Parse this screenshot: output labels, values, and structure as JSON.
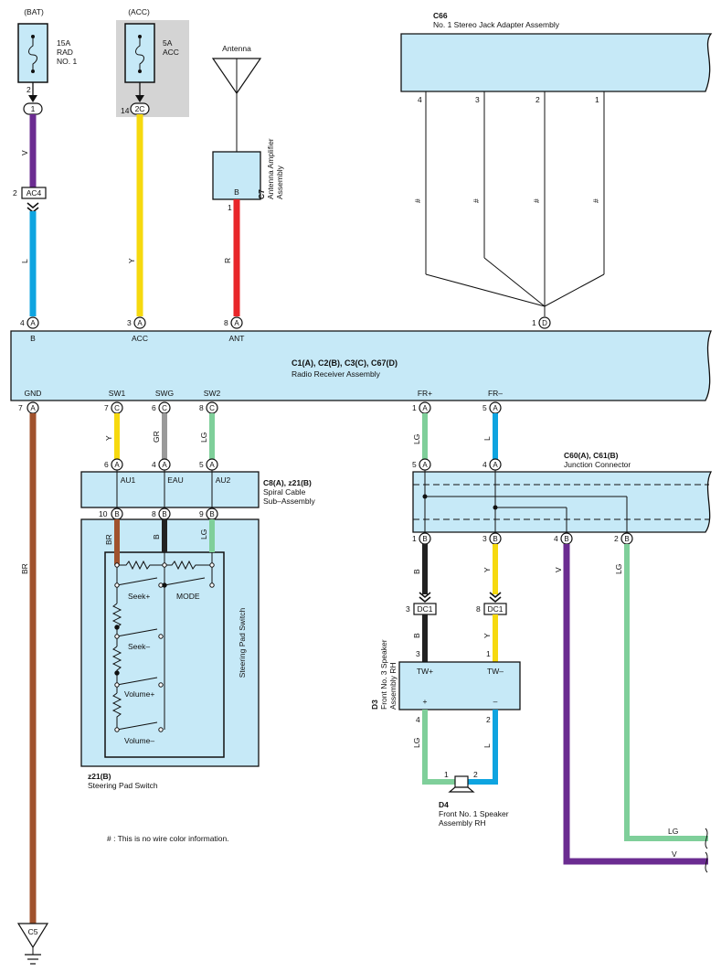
{
  "wire_colors": {
    "V": "#6b2c91",
    "L": "#0ea4e0",
    "Y": "#f6d90f",
    "R": "#e8262a",
    "BR": "#a0522d",
    "B": "#222222",
    "GR": "#9a9a9a",
    "LG": "#7fcf9a"
  },
  "fuses": {
    "bat_label": "(BAT)",
    "bat_fuse": [
      "15A",
      "RAD",
      "NO. 1"
    ],
    "bat_pin": "2",
    "bat_conn": "1",
    "acc_label": "(ACC)",
    "acc_fuse": [
      "5A",
      "ACC"
    ],
    "acc_pin": "14",
    "acc_conn": "2C"
  },
  "antenna": {
    "label": "Antenna",
    "amp_code": "C7",
    "amp_name": [
      "Antenna Amplifier",
      "Assembly"
    ],
    "amp_pin_letter": "B",
    "amp_pin": "1"
  },
  "wire_labels": {
    "v": "V",
    "l": "L",
    "y": "Y",
    "r": "R",
    "br": "BR",
    "b": "B",
    "gr": "GR",
    "lg": "LG"
  },
  "ac4": {
    "pin": "2",
    "label": "AC4"
  },
  "stereo_jack": {
    "code": "C66",
    "name": "No. 1 Stereo Jack Adapter Assembly",
    "pins": [
      "4",
      "3",
      "2",
      "1"
    ],
    "no_color": "#"
  },
  "radio": {
    "code": "C1(A), C2(B), C3(C), C67(D)",
    "name": "Radio Receiver Assembly",
    "top_pins": [
      {
        "num": "4",
        "letter": "A",
        "term": "B"
      },
      {
        "num": "3",
        "letter": "A",
        "term": "ACC"
      },
      {
        "num": "8",
        "letter": "A",
        "term": "ANT"
      },
      {
        "num": "1",
        "letter": "D",
        "term": ""
      }
    ],
    "bottom_pins": [
      {
        "num": "7",
        "letter": "A",
        "term": "GND"
      },
      {
        "num": "7",
        "letter": "C",
        "term": "SW1"
      },
      {
        "num": "6",
        "letter": "C",
        "term": "SWG"
      },
      {
        "num": "8",
        "letter": "C",
        "term": "SW2"
      },
      {
        "num": "1",
        "letter": "A",
        "term": "FR+"
      },
      {
        "num": "5",
        "letter": "A",
        "term": "FR–"
      }
    ]
  },
  "spiral": {
    "code": "C8(A), z21(B)",
    "name": [
      "Spiral Cable",
      "Sub–Assembly"
    ],
    "top_pins": [
      {
        "num": "6",
        "letter": "A"
      },
      {
        "num": "4",
        "letter": "A"
      },
      {
        "num": "5",
        "letter": "A"
      }
    ],
    "terms": [
      "AU1",
      "EAU",
      "AU2"
    ],
    "bottom_pins": [
      {
        "num": "10",
        "letter": "B"
      },
      {
        "num": "8",
        "letter": "B"
      },
      {
        "num": "9",
        "letter": "B"
      }
    ]
  },
  "steering": {
    "side_label": "Steering Pad Switch",
    "code": "z21(B)",
    "name": "Steering Pad Switch",
    "switches": [
      "Seek+",
      "MODE",
      "Seek–",
      "Volume+",
      "Volume–"
    ]
  },
  "junction": {
    "code": "C60(A), C61(B)",
    "name": "Junction Connector",
    "top_pins": [
      {
        "num": "5",
        "letter": "A"
      },
      {
        "num": "4",
        "letter": "A"
      }
    ],
    "bottom_pins": [
      {
        "num": "1",
        "letter": "B"
      },
      {
        "num": "3",
        "letter": "B"
      },
      {
        "num": "4",
        "letter": "B"
      },
      {
        "num": "2",
        "letter": "B"
      }
    ]
  },
  "dc1": {
    "pins": [
      "3",
      "8"
    ],
    "label": "DC1"
  },
  "tweeter": {
    "code": "D3",
    "name": [
      "Front No. 3 Speaker",
      "Assembly RH"
    ],
    "terms": [
      "TW+",
      "TW–"
    ],
    "top_pins": [
      "3",
      "1"
    ],
    "polarity": [
      "+",
      "–"
    ],
    "bottom_pins": [
      "4",
      "2"
    ]
  },
  "speaker": {
    "code": "D4",
    "name": [
      "Front No. 1 Speaker",
      "Assembly RH"
    ],
    "pins": [
      "1",
      "2"
    ]
  },
  "ground": {
    "label": "C5"
  },
  "note": "# : This is no wire color information."
}
